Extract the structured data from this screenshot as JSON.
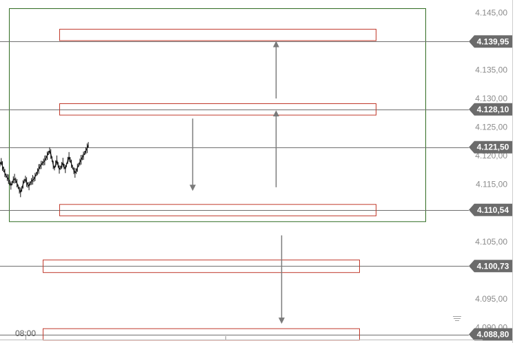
{
  "chart_data": {
    "type": "line",
    "title": "",
    "xlabel": "",
    "ylabel": "",
    "ylim": [
      4087.3,
      4147.2
    ],
    "y_ticks": [
      "4.145,00",
      "4.135,00",
      "4.130,00",
      "4.125,00",
      "4.120,00",
      "4.115,00",
      "4.105,00",
      "4.095,00",
      "4.090,00"
    ],
    "y_tick_values": [
      4145,
      4135,
      4130,
      4125,
      4120,
      4115,
      4105,
      4095,
      4090
    ],
    "x_ticks": [
      "08:00"
    ],
    "grid": false,
    "legend": "none",
    "colors": {
      "level_line": "#6e6e6e",
      "tag_bg": "#6b6b6b",
      "zone_border": "#c0392b",
      "range_box": "#2e6b1f",
      "arrow": "#7a7a7a",
      "price": "#111111"
    },
    "levels": [
      {
        "value": 4139.95,
        "label": "4.139,95"
      },
      {
        "value": 4128.1,
        "label": "4.128,10"
      },
      {
        "value": 4121.5,
        "label": "4.121,50"
      },
      {
        "value": 4110.54,
        "label": "4.110,54"
      },
      {
        "value": 4100.73,
        "label": "4.100,73"
      },
      {
        "value": 4088.8,
        "label": "4.088,80"
      }
    ],
    "range_box": {
      "top": 4145.7,
      "bottom": 4108.5
    },
    "zones": [
      {
        "center": 4141.1,
        "half": 1.0
      },
      {
        "center": 4128.1,
        "half": 1.0
      },
      {
        "center": 4110.5,
        "half": 1.0
      },
      {
        "center": 4100.7,
        "half": 1.1
      },
      {
        "center": 4088.8,
        "half": 1.0
      }
    ],
    "arrows": [
      {
        "from": 4130.0,
        "to": 4139.5
      },
      {
        "from": 4114.5,
        "to": 4127.4
      },
      {
        "from": 4126.5,
        "to": 4114.4
      },
      {
        "from": 4106.1,
        "to": 4091.2
      }
    ],
    "price_series": [
      4118.5,
      4119.0,
      4118.2,
      4117.6,
      4117.0,
      4116.5,
      4116.2,
      4115.9,
      4115.3,
      4114.8,
      4115.2,
      4115.8,
      4116.0,
      4115.7,
      4115.2,
      4114.6,
      4114.0,
      4113.6,
      4114.2,
      4115.0,
      4115.6,
      4115.9,
      4115.4,
      4114.9,
      4114.7,
      4115.2,
      4115.5,
      4115.8,
      4115.9,
      4116.3,
      4116.8,
      4117.2,
      4117.7,
      4118.1,
      4118.4,
      4118.7,
      4118.9,
      4119.2,
      4119.6,
      4120.0,
      4120.5,
      4120.9,
      4120.3,
      4119.4,
      4118.4,
      4117.8,
      4118.6,
      4119.2,
      4118.4,
      4117.6,
      4117.9,
      4118.3,
      4118.8,
      4118.1,
      4117.7,
      4118.4,
      4119.2,
      4119.8,
      4119.3,
      4118.6,
      4118.0,
      4117.4,
      4117.0,
      4117.3,
      4117.9,
      4118.4,
      4118.9,
      4119.3,
      4119.7,
      4120.0,
      4120.5,
      4120.9,
      4121.3,
      4121.9
    ],
    "price_extent": {
      "x_start_frac": 0.0,
      "x_end_frac": 0.172
    }
  }
}
